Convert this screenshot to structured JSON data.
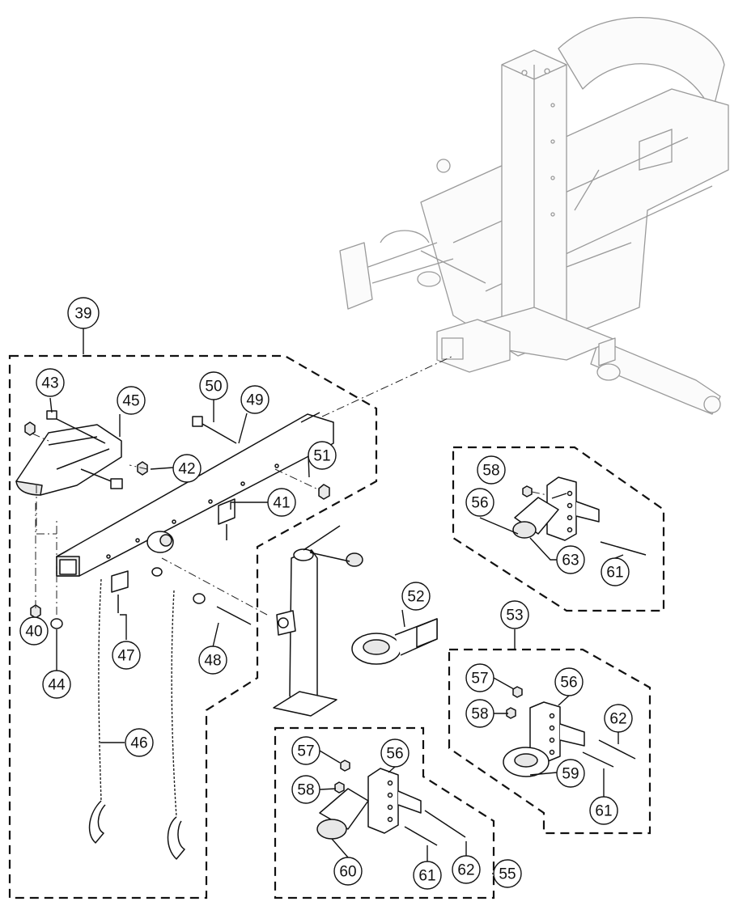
{
  "diagram": {
    "callouts": [
      {
        "id": "39",
        "label": "39"
      },
      {
        "id": "40",
        "label": "40"
      },
      {
        "id": "41",
        "label": "41"
      },
      {
        "id": "42",
        "label": "42"
      },
      {
        "id": "43",
        "label": "43"
      },
      {
        "id": "44",
        "label": "44"
      },
      {
        "id": "45",
        "label": "45"
      },
      {
        "id": "46",
        "label": "46"
      },
      {
        "id": "47",
        "label": "47"
      },
      {
        "id": "48",
        "label": "48"
      },
      {
        "id": "49",
        "label": "49"
      },
      {
        "id": "50",
        "label": "50"
      },
      {
        "id": "51",
        "label": "51"
      },
      {
        "id": "52",
        "label": "52"
      },
      {
        "id": "53",
        "label": "53"
      },
      {
        "id": "55",
        "label": "55"
      },
      {
        "id": "56a",
        "label": "56"
      },
      {
        "id": "56b",
        "label": "56"
      },
      {
        "id": "56c",
        "label": "56"
      },
      {
        "id": "57a",
        "label": "57"
      },
      {
        "id": "57b",
        "label": "57"
      },
      {
        "id": "58a",
        "label": "58"
      },
      {
        "id": "58b",
        "label": "58"
      },
      {
        "id": "58c",
        "label": "58"
      },
      {
        "id": "59",
        "label": "59"
      },
      {
        "id": "60",
        "label": "60"
      },
      {
        "id": "61a",
        "label": "61"
      },
      {
        "id": "61b",
        "label": "61"
      },
      {
        "id": "61c",
        "label": "61"
      },
      {
        "id": "62a",
        "label": "62"
      },
      {
        "id": "62b",
        "label": "62"
      },
      {
        "id": "63",
        "label": "63"
      }
    ]
  }
}
